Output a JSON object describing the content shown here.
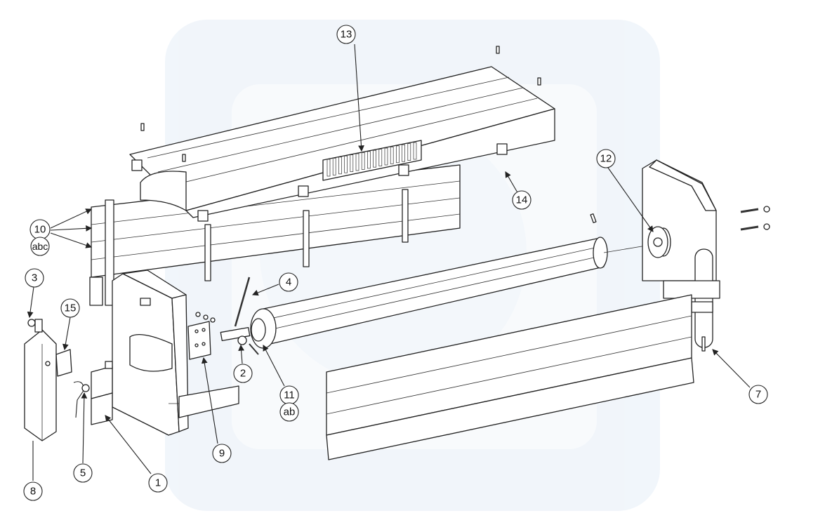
{
  "colors": {
    "ink": "#222222",
    "watermark": "#e6eef7",
    "paper": "#ffffff"
  },
  "labels": {
    "c1": "1",
    "c2": "2",
    "c3": "3",
    "c4": "4",
    "c5": "5",
    "c7": "7",
    "c8": "8",
    "c9": "9",
    "c10": "10",
    "c10b": "abc",
    "c11": "11",
    "c11b": "ab",
    "c12": "12",
    "c13": "13",
    "c14": "14",
    "c15": "15"
  }
}
